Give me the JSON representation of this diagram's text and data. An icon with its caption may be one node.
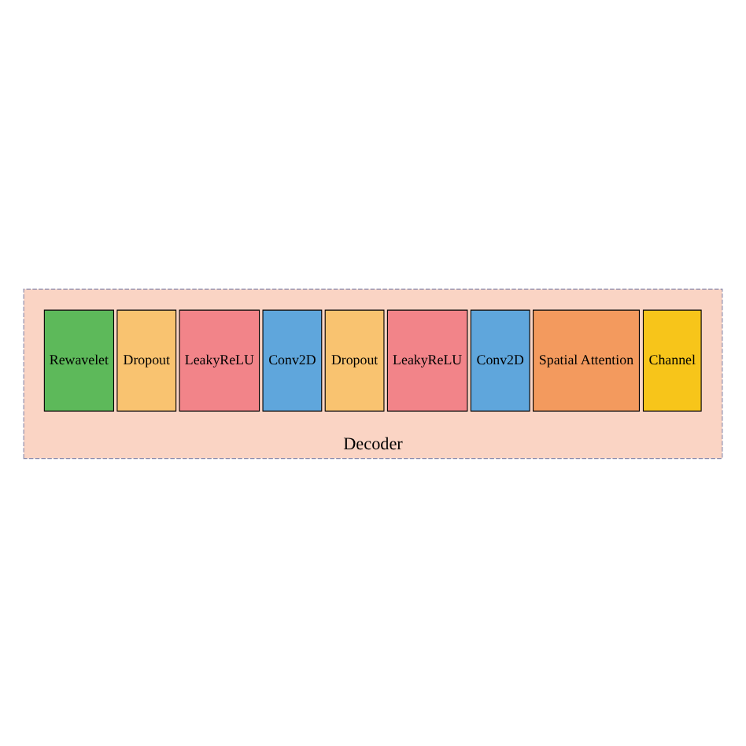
{
  "diagram": {
    "nodes": [
      {
        "text": [
          "Decoder"
        ]
      },
      {
        "text": [
          "Channel"
        ],
        "in": 0
      },
      {
        "text": [
          "Spatial Attention"
        ],
        "in": 0
      },
      {
        "text": [
          "Conv2D"
        ],
        "in": 0
      },
      {
        "text": [
          "LeakyReLU"
        ],
        "in": 0
      },
      {
        "text": [
          "Dropout"
        ],
        "in": 0
      },
      {
        "text": [
          "Conv2D"
        ],
        "in": 0
      },
      {
        "text": [
          "LeakyReLU"
        ],
        "in": 0
      },
      {
        "text": [
          "Dropout"
        ],
        "in": 0
      },
      {
        "text": [
          "Rewavelet"
        ],
        "in": 0
      }
    ],
    "edges": []
  }
}
